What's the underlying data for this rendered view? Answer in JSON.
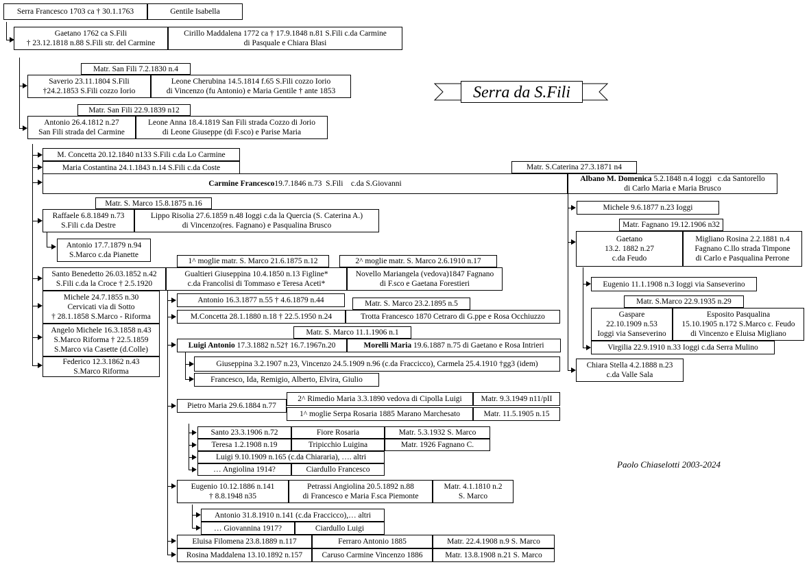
{
  "title": "Serra da S.Fili",
  "author": "Paolo Chiaselotti 2003-2024",
  "persons": {
    "francesco": "Serra  Francesco 1703 ca † 30.1.1763",
    "gentile": "Gentile Isabella",
    "gaetano1": [
      "Gaetano 1762 ca S.Fili",
      "† 23.12.1818 n.88 S.Fili str. del Carmine"
    ],
    "cirillo": [
      "Cirillo Maddalena 1772 ca † 17.9.1848 n.81 S.Fili c.da Carmine",
      "di Pasquale e Chiara Blasi"
    ],
    "matr_saverio": "Matr. San Fili 7.2.1830 n.4",
    "saverio": [
      "Saverio 23.11.1804 S.Fili",
      "†24.2.1853 S.Fili cozzo Iorio"
    ],
    "leone_ch": [
      "Leone Cherubina 14.5.1814 f.65 S.Fili cozzo Iorio",
      "di Vincenzo (fu Antonio) e Maria Gentile † ante 1853"
    ],
    "matr_antonio": "Matr. San Fili 22.9.1839 n12",
    "antonio1": [
      "Antonio 26.4.1812 n.27",
      "San Fili strada del Carmine"
    ],
    "leone_anna": [
      "Leone Anna 18.4.1819 San Fili strada Cozzo di Jorio",
      "di Leone Giuseppe (di F.sco) e Parise Maria"
    ],
    "mconcetta1840": "M. Concetta 20.12.1840 n133 S.Fili c.da Lo Carmine",
    "mariacostantina": "Maria Costantina 24.1.1843 n.14 S.Fili c.da Coste",
    "matr_scaterina": "Matr. S.Caterina 27.3.1871 n4",
    "carmine_name": "Carmine Francesco",
    "carmine_rest": "19.7.1846 n.73  S.Fili    c.da S.Giovanni",
    "albano_name": "Albano M. Domenica",
    "albano_rest": " 5.2.1848 n.4 Ioggi   c.da Santorello",
    "albano_line2": "di Carlo Maria e Maria Brusco",
    "matr_raffaele": "Matr. S. Marco 15.8.1875 n.16",
    "raffaele": [
      "Raffaele 6.8.1849 n.73",
      "S.Fili c.da Destre"
    ],
    "lippo": [
      "Lippo Risolia 27.6.1859 n.48 Ioggi c.da la Quercia (S. Caterina A.)",
      "di Vincenzo(res. Fagnano)  e Pasqualina Brusco"
    ],
    "antonio1879": [
      "Antonio 17.7.1879 n.94",
      "S.Marco c.da Pianette"
    ],
    "michele1877": "Michele 9.6.1877 n.23  Ioggi",
    "matr_fagnano": "Matr. Fagnano 19.12.1906 n32",
    "gaetano1882": [
      "Gaetano",
      "13.2. 1882 n.27",
      "c.da Feudo"
    ],
    "migliano": [
      "Migliano Rosina 2.2.1881 n.4",
      "Fagnano C.llo strada Timpone",
      "di Carlo e Pasqualina Perrone"
    ],
    "matr1_santo": "1^ moglie matr. S. Marco 21.6.1875 n.12",
    "matr2_santo": "2^ moglie matr. S. Marco 2.6.1910 n.17",
    "santo": [
      "Santo Benedetto 26.03.1852 n.42",
      "S.Fili c.da la Croce † 2.5.1920"
    ],
    "gualtieri": [
      "Gualtieri Giuseppina 10.4.1850 n.13 Figline*",
      "c.da Francolisi di Tommaso e Teresa Aceti*"
    ],
    "novello": [
      "Novello Mariangela (vedova)1847 Fagnano",
      "di F.sco e Gaetana Forestieri"
    ],
    "eugenio1908": "Eugenio 11.1.1908 n.3 Ioggi via Sanseverino",
    "matr_gaspare": "Matr. S.Marco 22.9.1935 n.29",
    "gaspare": [
      "Gaspare",
      "22.10.1909 n.53",
      "Ioggi via Sanseverino"
    ],
    "esposito": [
      "Esposito Pasqualina",
      "15.10.1905 n.172 S.Marco c. Feudo",
      "di Vincenzo e Eluisa Migliano"
    ],
    "virgilia": "Virgilia 22.9.1910 n.33 Ioggi c.da Serra Mulino",
    "chiara": [
      "Chiara Stella 4.2.1888 n.23",
      "c.da Valle Sala"
    ],
    "michele1855": [
      "Michele 24.7.1855 n.30",
      "Cervicati via di Sotto",
      "† 28.1.1858 S.Marco - Riforma"
    ],
    "angelo": [
      "Angelo Michele 16.3.1858 n.43",
      "S.Marco Riforma † 22.5.1859",
      "S.Marco via Casette (d.Colle)"
    ],
    "federico": [
      "Federico 12.3.1862 n.43",
      "S.Marco Riforma"
    ],
    "antonio1877": "Antonio 16.3.1877 n.55 † 4.6.1879 n.44",
    "matr_mconc": "Matr. S. Marco 23.2.1895 n.5",
    "mconcetta1880": "M.Concetta 28.1.1880 n.18 † 22.5.1950 n.24",
    "trotta": "Trotta Francesco 1870 Cetraro di G.ppe e Rosa Occhiuzzo",
    "matr_luigi": "Matr. S. Marco 11.1.1906 n.1",
    "luigi_name": "Luigi Antonio",
    "luigi_rest": " 17.3.1882 n.52† 16.7.1967n.20",
    "morelli_name": "Morelli Maria",
    "morelli_rest": " 19.6.1887 n.75 di Gaetano e Rosa Intrieri",
    "giuseppina": "Giuseppina 3.2.1907 n.23, Vincenzo 24.5.1909 n.96 (c.da Fraccicco), Carmela 25.4.1910 †gg3 (idem)",
    "francesco_etc": "Francesco, Ida, Remigio, Alberto, Elvira, Giulio",
    "pietro": "Pietro Maria 29.6.1884 n.77",
    "rimedio": "2^ Rimedio Maria 3.3.1890 vedova di Cipolla Luigi",
    "matr_rimedio": "Matr. 9.3.1949 n11/pII",
    "serpa": "1^ moglie Serpa Rosaria 1885 Marano Marchesato",
    "matr_serpa": "Matr. 11.5.1905 n.15",
    "santo1906": "Santo 23.3.1906 n.72",
    "fiore": "Fiore Rosaria",
    "matr_santo1906": "Matr. 5.3.1932 S. Marco",
    "teresa": "Teresa 1.2.1908 n.19",
    "tripicchio": "Tripicchio Luigina",
    "matr_teresa": "Matr. 1926 Fagnano C.",
    "luigi1909": "Luigi 9.10.1909 n.165 (c.da Chiararia), …. altri",
    "angiolina": "… Angiolina 1914?",
    "ciardullo_f": "Ciardullo Francesco",
    "eugenio1886": [
      "Eugenio 10.12.1886 n.141",
      "† 8.8.1948 n35"
    ],
    "petrassi": [
      "Petrassi Angiolina 20.5.1892 n.88",
      "di Francesco e Maria F.sca Piemonte"
    ],
    "matr_eugenio": [
      "Matr. 4.1.1810 n.2",
      "S. Marco"
    ],
    "antonio1910": "Antonio 31.8.1910 n.141 (c.da Fraccicco),… altri",
    "giovannina": "… Giovannina 1917?",
    "ciardullo_l": "Ciardullo Luigi",
    "eluisa": "Eluisa Filomena 23.8.1889 n.117",
    "ferraro": "Ferraro Antonio 1885",
    "matr_eluisa": "Matr. 22.4.1908 n.9 S. Marco",
    "rosina": "Rosina Maddalena 13.10.1892 n.157",
    "caruso": "Caruso Carmine Vincenzo 1886",
    "matr_rosina": "Matr. 13.8.1908 n.21 S. Marco"
  }
}
